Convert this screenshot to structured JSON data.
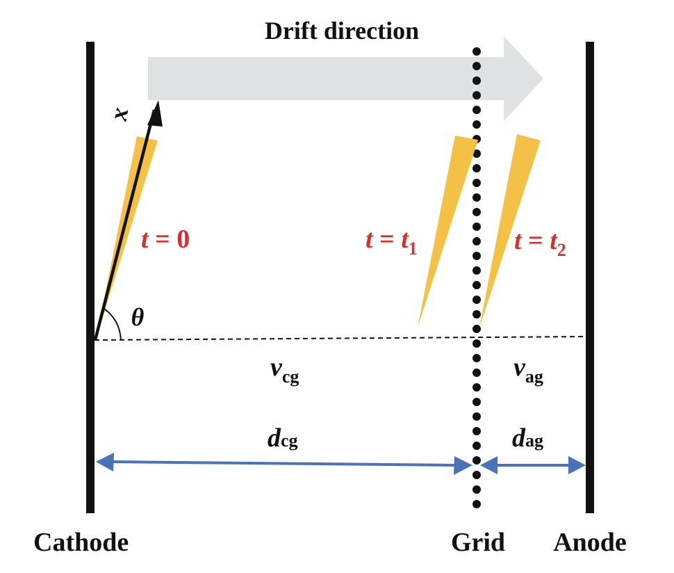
{
  "title": "Drift direction",
  "electrodes": {
    "cathode": "Cathode",
    "grid": "Grid",
    "anode": "Anode"
  },
  "axis": {
    "x_label": "x",
    "angle_label": "θ"
  },
  "times": {
    "t0": {
      "var": "t",
      "eq": " = ",
      "value": "0"
    },
    "t1": {
      "var": "t",
      "eq": " = ",
      "value": "t",
      "sub": "1"
    },
    "t2": {
      "var": "t",
      "eq": " = ",
      "value": "t",
      "sub": "2"
    }
  },
  "velocities": {
    "cg": {
      "symbol": "v",
      "sub": "cg"
    },
    "ag": {
      "symbol": "v",
      "sub": "ag"
    }
  },
  "distances": {
    "cg": {
      "symbol": "d",
      "sub": "cg"
    },
    "ag": {
      "symbol": "d",
      "sub": "ag"
    }
  },
  "colors": {
    "electrode": "#111111",
    "drift_arrow": "#dfe1e2",
    "track": "#f4c046",
    "time_label": "#d62f2f",
    "distance_arrow": "#4a72b8"
  }
}
